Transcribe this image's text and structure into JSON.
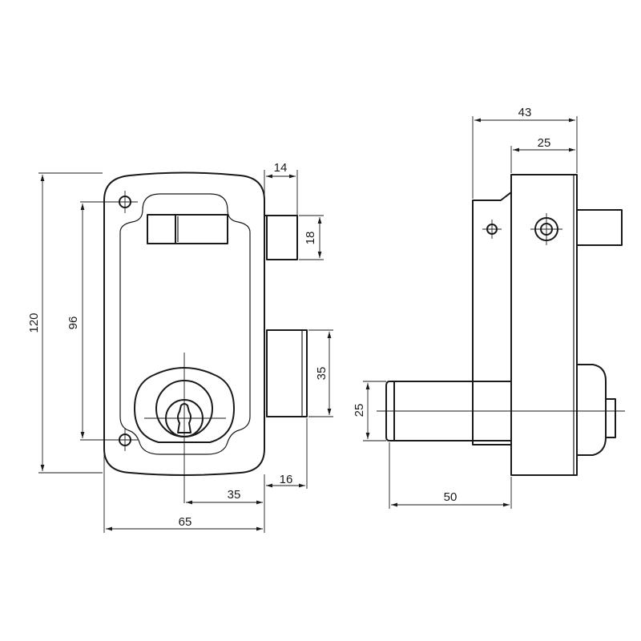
{
  "dimensions": {
    "front": {
      "overall_height": "120",
      "hole_spacing": "96",
      "bolt_projection": "14",
      "bolt_height": "18",
      "latch_height": "35",
      "latch_projection": "16",
      "cylinder_offset": "35",
      "overall_width": "65"
    },
    "side": {
      "overall_depth": "43",
      "case_depth": "25",
      "cylinder_diameter": "25",
      "cylinder_length": "50"
    }
  }
}
